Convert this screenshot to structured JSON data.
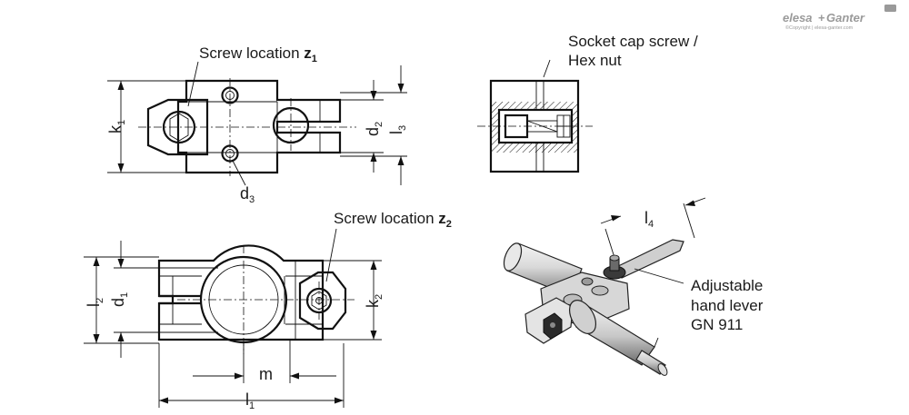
{
  "logo": {
    "brand_a": "elesa",
    "plus": "+",
    "brand_b": "Ganter",
    "copyright": "©Copyright | elesa-ganter.com"
  },
  "labels": {
    "screw_location_z1_text": "Screw location ",
    "z": "z",
    "z1_sub": "1",
    "z2_sub": "2",
    "screw_location_z2_text": "Screw location ",
    "socket_cap_line1": "Socket cap screw /",
    "socket_cap_line2": "Hex nut",
    "hand_lever_line1": "Adjustable",
    "hand_lever_line2": "hand lever",
    "hand_lever_line3": "GN 911"
  },
  "dimensions": {
    "k": "k",
    "d": "d",
    "l": "l",
    "m": "m",
    "sub1": "1",
    "sub2": "2",
    "sub3": "3",
    "sub4": "4"
  }
}
